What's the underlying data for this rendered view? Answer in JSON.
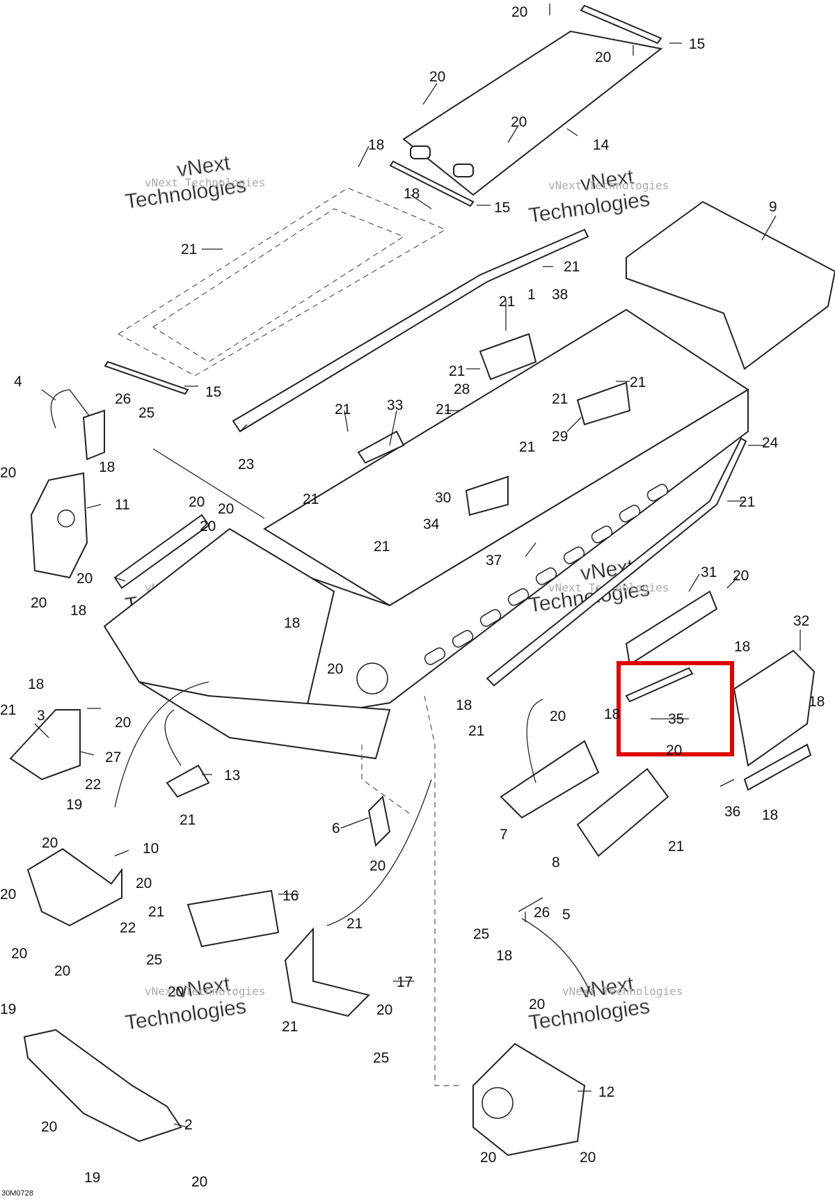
{
  "figure_code": "30M0728",
  "watermark": {
    "line1": "vNext",
    "line2": "Technologies",
    "line3": "vNext Technologies"
  },
  "highlight_color": "#e00000",
  "callouts": [
    "20",
    "15",
    "20",
    "20",
    "20",
    "14",
    "18",
    "18",
    "15",
    "21",
    "15",
    "21",
    "9",
    "21",
    "1",
    "38",
    "21",
    "28",
    "21",
    "21",
    "33",
    "23",
    "29",
    "21",
    "4",
    "26",
    "25",
    "18",
    "21",
    "24",
    "30",
    "34",
    "21",
    "20",
    "11",
    "20",
    "20",
    "20",
    "21",
    "21",
    "37",
    "20",
    "20",
    "18",
    "31",
    "20",
    "18",
    "32",
    "18",
    "18",
    "20",
    "35",
    "18",
    "3",
    "27",
    "20",
    "18",
    "21",
    "20",
    "20",
    "22",
    "19",
    "13",
    "21",
    "6",
    "20",
    "7",
    "36",
    "18",
    "21",
    "8",
    "21",
    "10",
    "20",
    "22",
    "20",
    "20",
    "20",
    "16",
    "21",
    "21",
    "26",
    "5",
    "25",
    "18",
    "25",
    "17",
    "21",
    "20",
    "25",
    "20",
    "20",
    "19",
    "2",
    "20",
    "12",
    "19",
    "20",
    "20",
    "20",
    "20",
    "18",
    "21"
  ]
}
